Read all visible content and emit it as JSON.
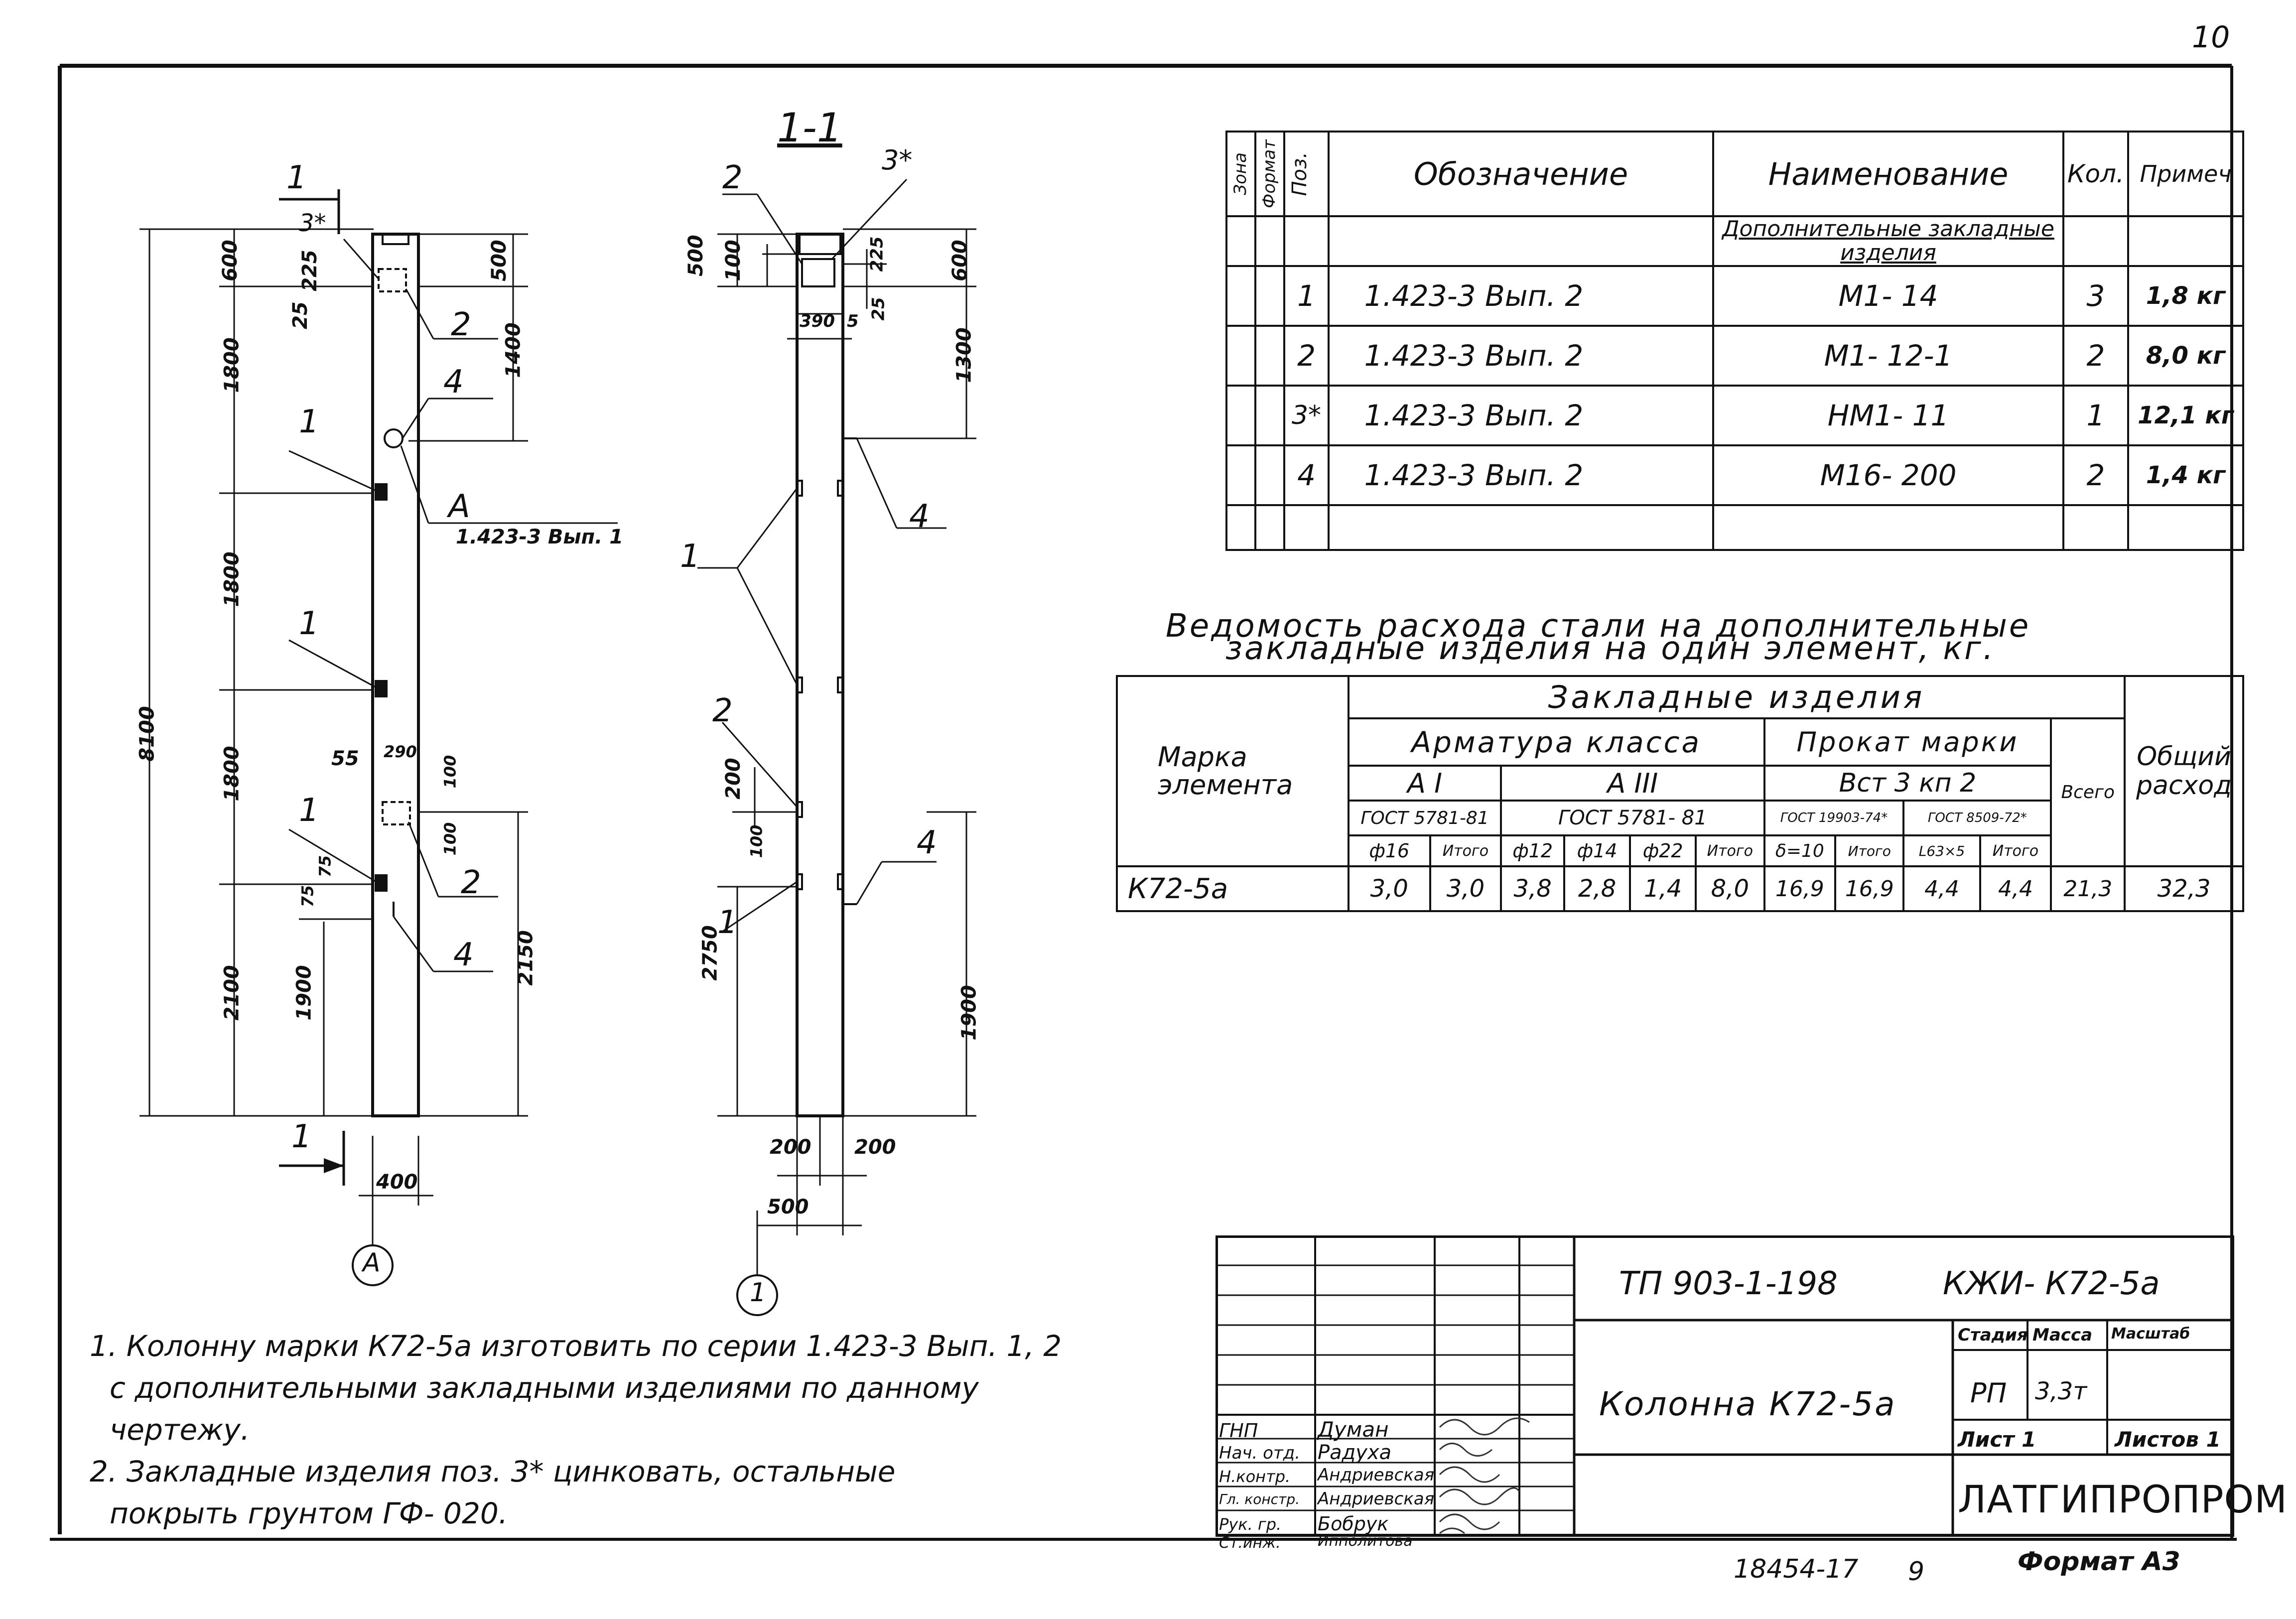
{
  "sheet_number": "10",
  "section_label": "1-1",
  "front_view": {
    "cut_marks": [
      "1",
      "1"
    ],
    "dims_left": [
      "600",
      "25",
      "225",
      "1800",
      "1800",
      "1800",
      "2100",
      "1900",
      "8100",
      "55",
      "75",
      "75"
    ],
    "dims_right": [
      "500",
      "1400",
      "290",
      "100",
      "100",
      "2150"
    ],
    "dim_bottom": "400",
    "callouts": [
      "3*",
      "2",
      "4",
      "1",
      "1",
      "1",
      "2",
      "4"
    ],
    "detail_letter": "А",
    "detail_ref": "1.423-3 Вып. 1",
    "axis_label": "А"
  },
  "section_view": {
    "dims_left": [
      "500",
      "100",
      "200",
      "100",
      "2750"
    ],
    "dims_right": [
      "225",
      "25",
      "600",
      "390",
      "5",
      "1300",
      "1900"
    ],
    "dims_bottom": [
      "200",
      "200",
      "500"
    ],
    "callouts": [
      "2",
      "3*",
      "4",
      "1",
      "2",
      "4",
      "1"
    ],
    "axis_label": "1"
  },
  "spec_table": {
    "headers": {
      "zone": "Зона",
      "format": "Формат",
      "pos": "Поз.",
      "designation": "Обозначение",
      "name": "Наименование",
      "qty": "Кол.",
      "note": "Примеч"
    },
    "section_title": "Дополнительные закладные изделия",
    "rows": [
      {
        "pos": "1",
        "designation": "1.423-3 Вып. 2",
        "name": "М1- 14",
        "qty": "3",
        "note": "1,8 кг"
      },
      {
        "pos": "2",
        "designation": "1.423-3 Вып. 2",
        "name": "М1- 12-1",
        "qty": "2",
        "note": "8,0 кг"
      },
      {
        "pos": "3*",
        "designation": "1.423-3 Вып. 2",
        "name": "НМ1- 11",
        "qty": "1",
        "note": "12,1 кг"
      },
      {
        "pos": "4",
        "designation": "1.423-3 Вып. 2",
        "name": "М16- 200",
        "qty": "2",
        "note": "1,4 кг"
      }
    ]
  },
  "steel_table": {
    "title_line1": "Ведомость расхода стали на дополнительные",
    "title_line2": "закладные изделия на один элемент, кг.",
    "col_mark": "Марка элемента",
    "col_embedded": "Закладные изделия",
    "col_rebar": "Арматура класса",
    "col_rolled": "Прокат марки",
    "col_rolled_grade": "Вст 3 кп 2",
    "col_total": "Всего",
    "col_grand": "Общий расход",
    "class_a1": "А I",
    "class_a3": "А III",
    "std_a1": "ГОСТ 5781-81",
    "std_a3": "ГОСТ 5781- 81",
    "std_r1": "ГОСТ 19903-74*",
    "std_r2": "ГОСТ 8509-72*",
    "sub_headers": [
      "ф16",
      "Итого",
      "ф12",
      "ф14",
      "ф22",
      "Итого",
      "δ=10",
      "Итого",
      "L63×5",
      "Итого"
    ],
    "row": {
      "mark": "К72-5а",
      "values": [
        "3,0",
        "3,0",
        "3,8",
        "2,8",
        "1,4",
        "8,0",
        "16,9",
        "16,9",
        "4,4",
        "4,4",
        "21,3",
        "32,3"
      ]
    }
  },
  "notes": [
    "1. Колонну марки К72-5а изготовить по серии 1.423-3 Вып. 1, 2",
    "с дополнительными закладными изделиями по данному",
    "чертежу.",
    "2. Закладные изделия поз. 3* цинковать, остальные",
    "покрыть грунтом ГФ- 020."
  ],
  "title_block": {
    "project": "ТП 903-1-198",
    "doc_code": "КЖИ- К72-5а",
    "title": "Колонна К72-5а",
    "stage_label": "Стадия",
    "mass_label": "Масса",
    "scale_label": "Масштаб",
    "stage": "РП",
    "mass": "3,3т",
    "sheet_label": "Лист 1",
    "sheets_label": "Листов 1",
    "org": "ЛАТГИПРОПРОМ",
    "roles": [
      {
        "role": "ГНП",
        "name": "Думан"
      },
      {
        "role": "Нач. отд.",
        "name": "Радуха"
      },
      {
        "role": "Н.контр.",
        "name": "Андриевская"
      },
      {
        "role": "Гл. констр.",
        "name": "Андриевская"
      },
      {
        "role": "Рук. гр.",
        "name": "Бобрук"
      },
      {
        "role": "Ст.инж.",
        "name": "Ипполитова"
      }
    ]
  },
  "footer": {
    "inventory": "18454-17",
    "sheet_index": "9",
    "format": "Формат А3"
  }
}
